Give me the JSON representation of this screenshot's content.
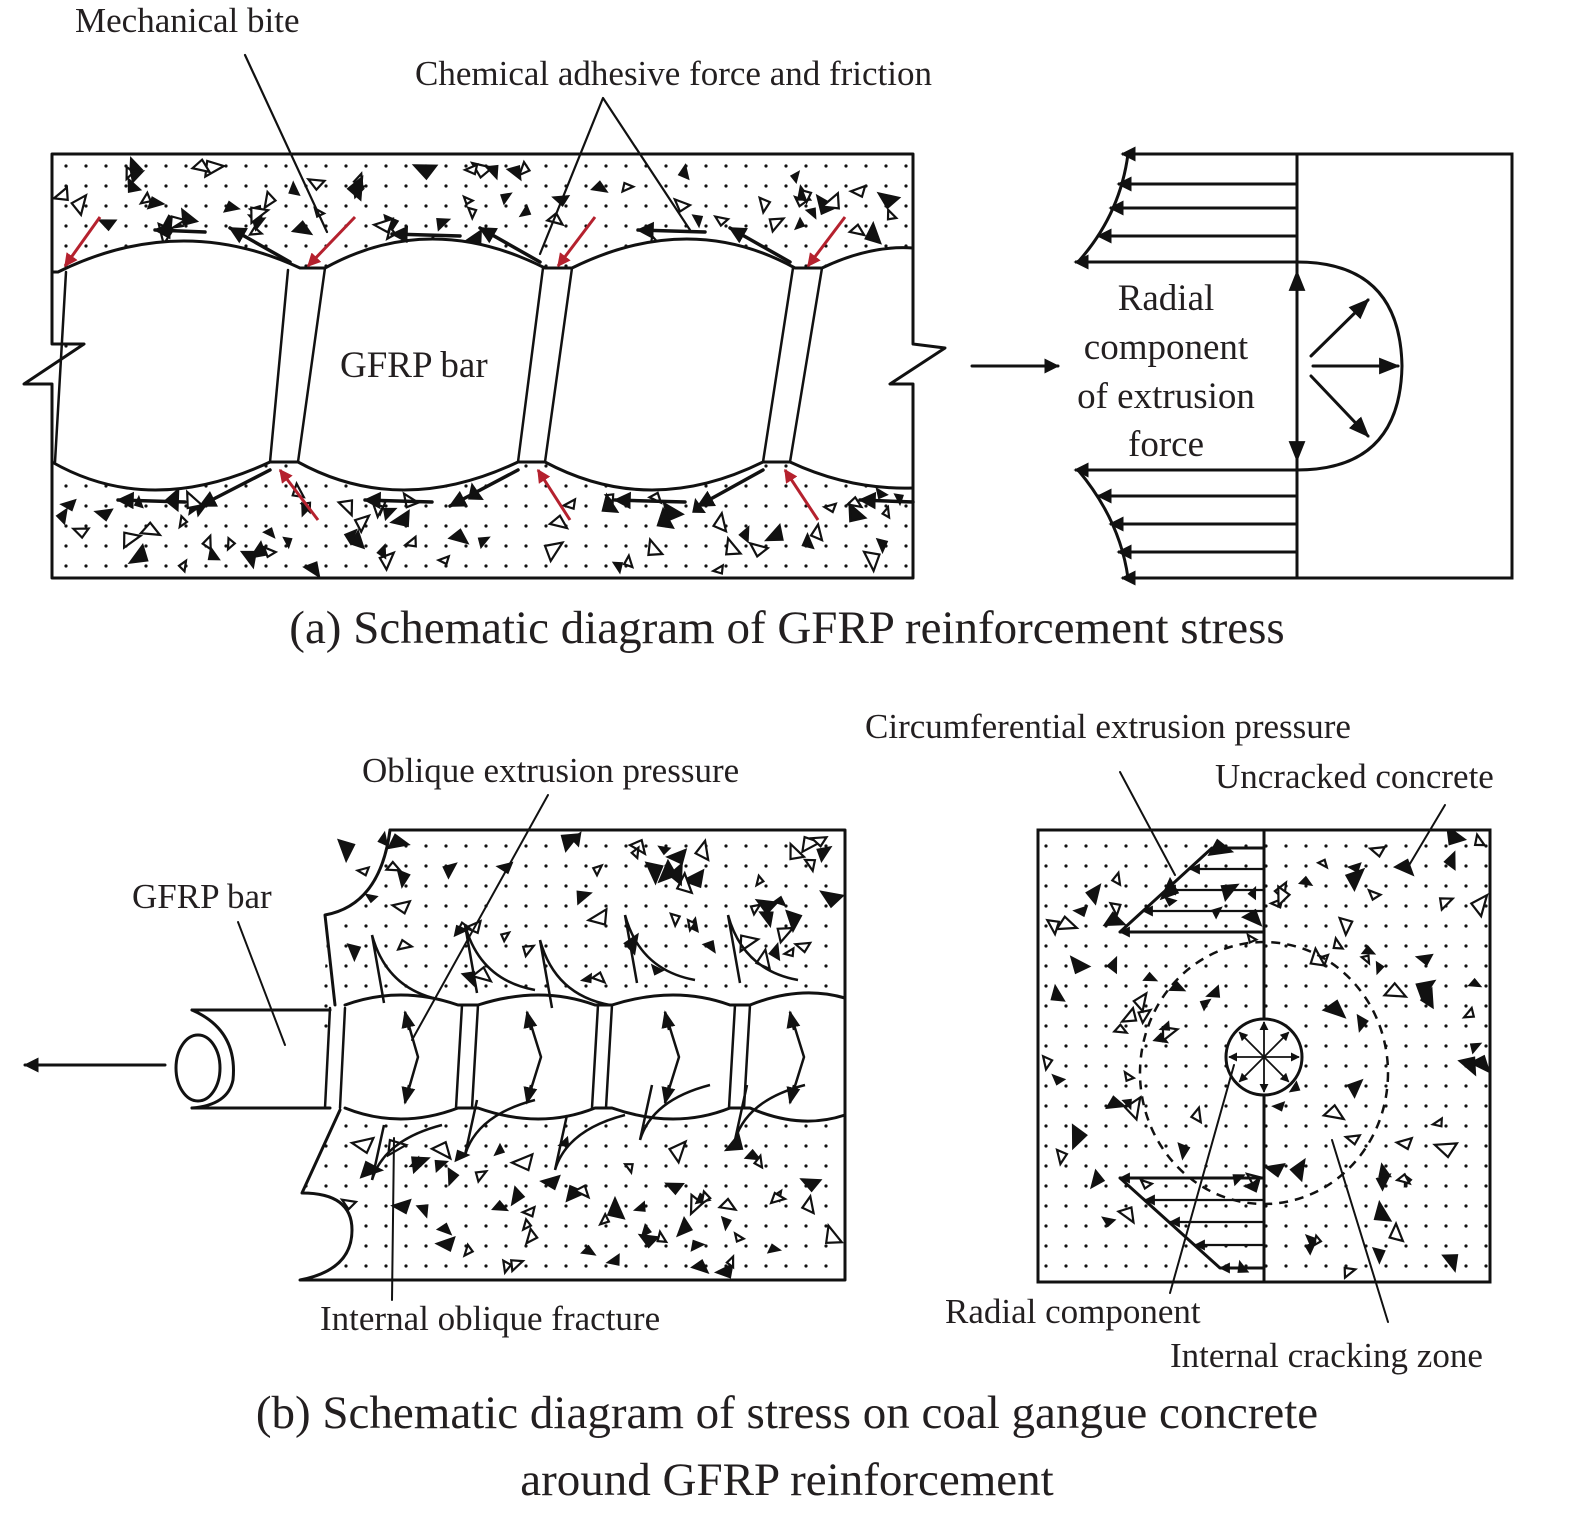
{
  "colors": {
    "ink": "#111111",
    "text": "#231f20",
    "mechanical_bite_arrow": "#b5212e",
    "background": "#ffffff"
  },
  "panel_a": {
    "caption": "(a) Schematic diagram of GFRP reinforcement stress",
    "labels": {
      "mechanical_bite": "Mechanical bite",
      "chemical_adhesive": "Chemical adhesive force and friction",
      "gfrp_bar": "GFRP bar",
      "radial_line1": "Radial",
      "radial_line2": "component",
      "radial_line3": "of extrusion",
      "radial_line4": "force"
    }
  },
  "panel_b": {
    "caption_line1": "(b) Schematic diagram of stress on coal gangue concrete",
    "caption_line2": "around GFRP reinforcement",
    "labels": {
      "oblique_extrusion": "Oblique extrusion pressure",
      "gfrp_bar": "GFRP bar",
      "internal_oblique_fracture": "Internal oblique fracture",
      "circumferential_extrusion": "Circumferential extrusion pressure",
      "uncracked_concrete": "Uncracked concrete",
      "radial_component": "Radial component",
      "internal_cracking_zone": "Internal cracking zone"
    }
  }
}
